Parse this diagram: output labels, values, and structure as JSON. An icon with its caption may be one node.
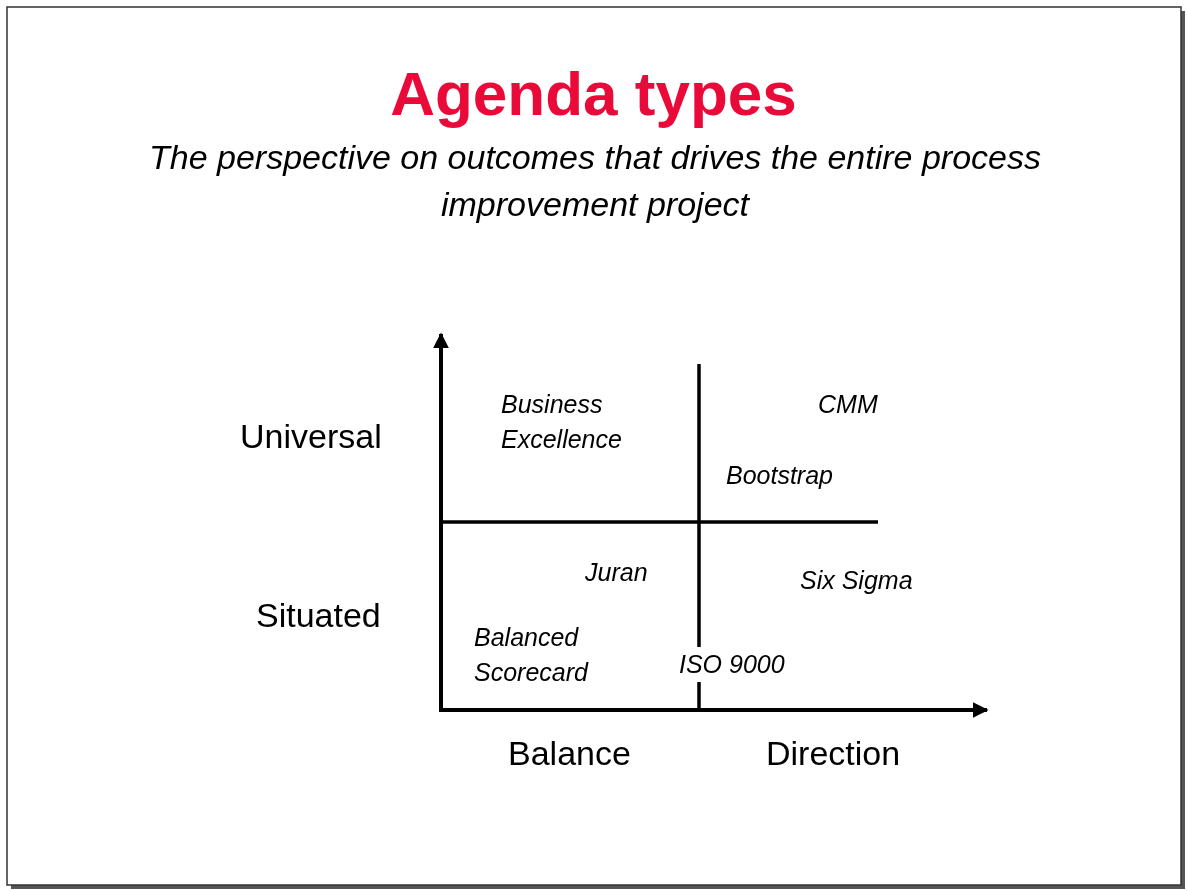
{
  "diagram": {
    "title": "Agenda types",
    "labels": [
      "The perspective on outcomes that drives the entire process improvement project",
      "Universal",
      "Business Excellence",
      "CMM",
      "Bootstrap",
      "Situated",
      "Juran",
      "Six Sigma",
      "Balanced Scorecard",
      "ISO 9000",
      "Balance",
      "Direction"
    ]
  }
}
